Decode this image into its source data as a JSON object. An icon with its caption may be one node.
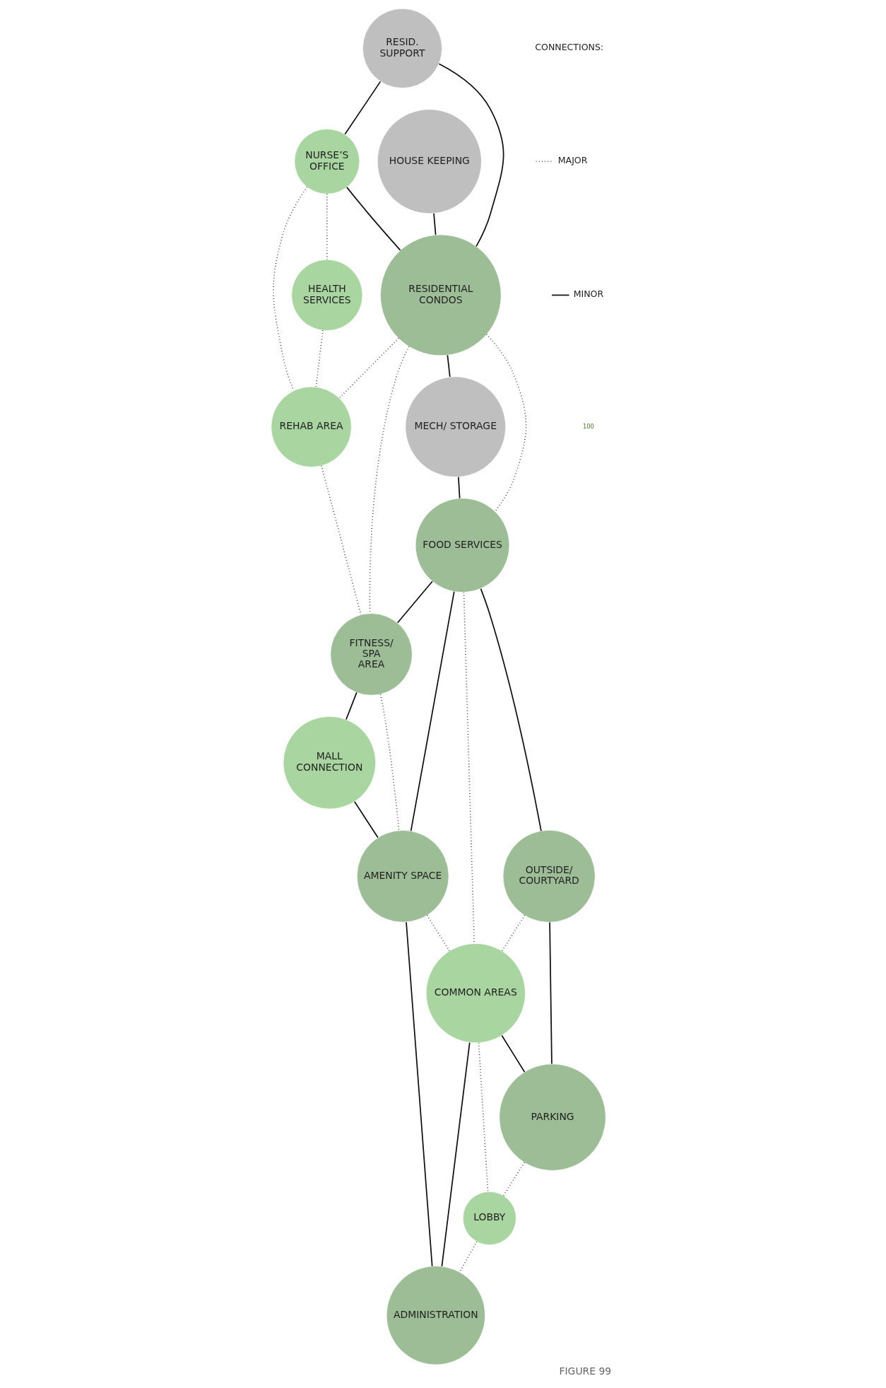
{
  "diagram": {
    "caption": "FIGURE 99",
    "nodes": [
      {
        "text": [
          "HOUSE KEEPING"
        ]
      },
      {
        "text": [
          "RESID. SUPPORT"
        ]
      },
      {
        "text": [
          "HEALTH SERVICES"
        ]
      },
      {
        "text": [
          "NURSE’S OFFICE"
        ]
      },
      {
        "text": [
          "RESIDENTIAL CONDOS"
        ]
      },
      {
        "text": [
          "REHAB AREA"
        ]
      },
      {
        "text": [
          "FITNESS/ SPA AREA"
        ]
      },
      {
        "text": [
          "MECH/ STORAGE"
        ]
      },
      {
        "text": [
          "MALL CONNECTION"
        ]
      },
      {
        "text": [
          "FOOD SERVICES"
        ]
      },
      {
        "text": [
          "AMENITY SPACE"
        ]
      },
      {
        "text": [
          "OUTSIDE/ COURTYARD"
        ]
      },
      {
        "text": [
          "COMMON AREAS"
        ]
      },
      {
        "text": [
          "ADMINISTRATION"
        ]
      },
      {
        "text": [
          "PARKING"
        ]
      },
      {
        "text": [
          "LOBBY"
        ]
      }
    ],
    "edges": [
      {
        "from": 0,
        "to": 4,
        "arrow": "none"
      },
      {
        "from": 1,
        "to": 4,
        "arrow": "none"
      },
      {
        "from": 1,
        "to": 3,
        "arrow": "none"
      },
      {
        "from": 3,
        "to": 2,
        "arrow": "none",
        "style": "dashed"
      },
      {
        "from": 2,
        "to": 5,
        "arrow": "none",
        "style": "dashed"
      },
      {
        "from": 3,
        "to": 4,
        "arrow": "none"
      },
      {
        "from": 3,
        "to": 5,
        "arrow": "none",
        "style": "dashed"
      },
      {
        "from": 4,
        "to": 5,
        "arrow": "none",
        "style": "dashed"
      },
      {
        "from": 5,
        "to": 6,
        "arrow": "none",
        "style": "dashed"
      },
      {
        "from": 4,
        "to": 6,
        "arrow": "none",
        "style": "dashed"
      },
      {
        "from": 4,
        "to": 7,
        "arrow": "none"
      },
      {
        "from": 4,
        "to": 9,
        "arrow": "none",
        "style": "dashed"
      },
      {
        "from": 7,
        "to": 9,
        "arrow": "none"
      },
      {
        "from": 9,
        "to": 6,
        "arrow": "none"
      },
      {
        "from": 6,
        "to": 8,
        "arrow": "none"
      },
      {
        "from": 6,
        "to": 10,
        "arrow": "none",
        "style": "dashed"
      },
      {
        "from": 8,
        "to": 10,
        "arrow": "none"
      },
      {
        "from": 9,
        "to": 10,
        "arrow": "none"
      },
      {
        "from": 9,
        "to": 11,
        "arrow": "none"
      },
      {
        "from": 9,
        "to": 12,
        "arrow": "none",
        "style": "dashed"
      },
      {
        "from": 10,
        "to": 12,
        "arrow": "none",
        "style": "dashed"
      },
      {
        "from": 10,
        "to": 13,
        "arrow": "none"
      },
      {
        "from": 11,
        "to": 12,
        "arrow": "none",
        "style": "dashed"
      },
      {
        "from": 11,
        "to": 14,
        "arrow": "none"
      },
      {
        "from": 12,
        "to": 13,
        "arrow": "none"
      },
      {
        "from": 12,
        "to": 14,
        "arrow": "none"
      },
      {
        "from": 12,
        "to": 15,
        "arrow": "none",
        "style": "dashed"
      },
      {
        "from": 14,
        "to": 15,
        "arrow": "none",
        "style": "dashed"
      },
      {
        "from": 15,
        "to": 13,
        "arrow": "none",
        "style": "dashed"
      }
    ],
    "labels": [
      "CONNECTIONS:",
      "100"
    ],
    "legend": [
      {
        "text": "MAJOR"
      },
      {
        "text": "MINOR"
      }
    ]
  }
}
